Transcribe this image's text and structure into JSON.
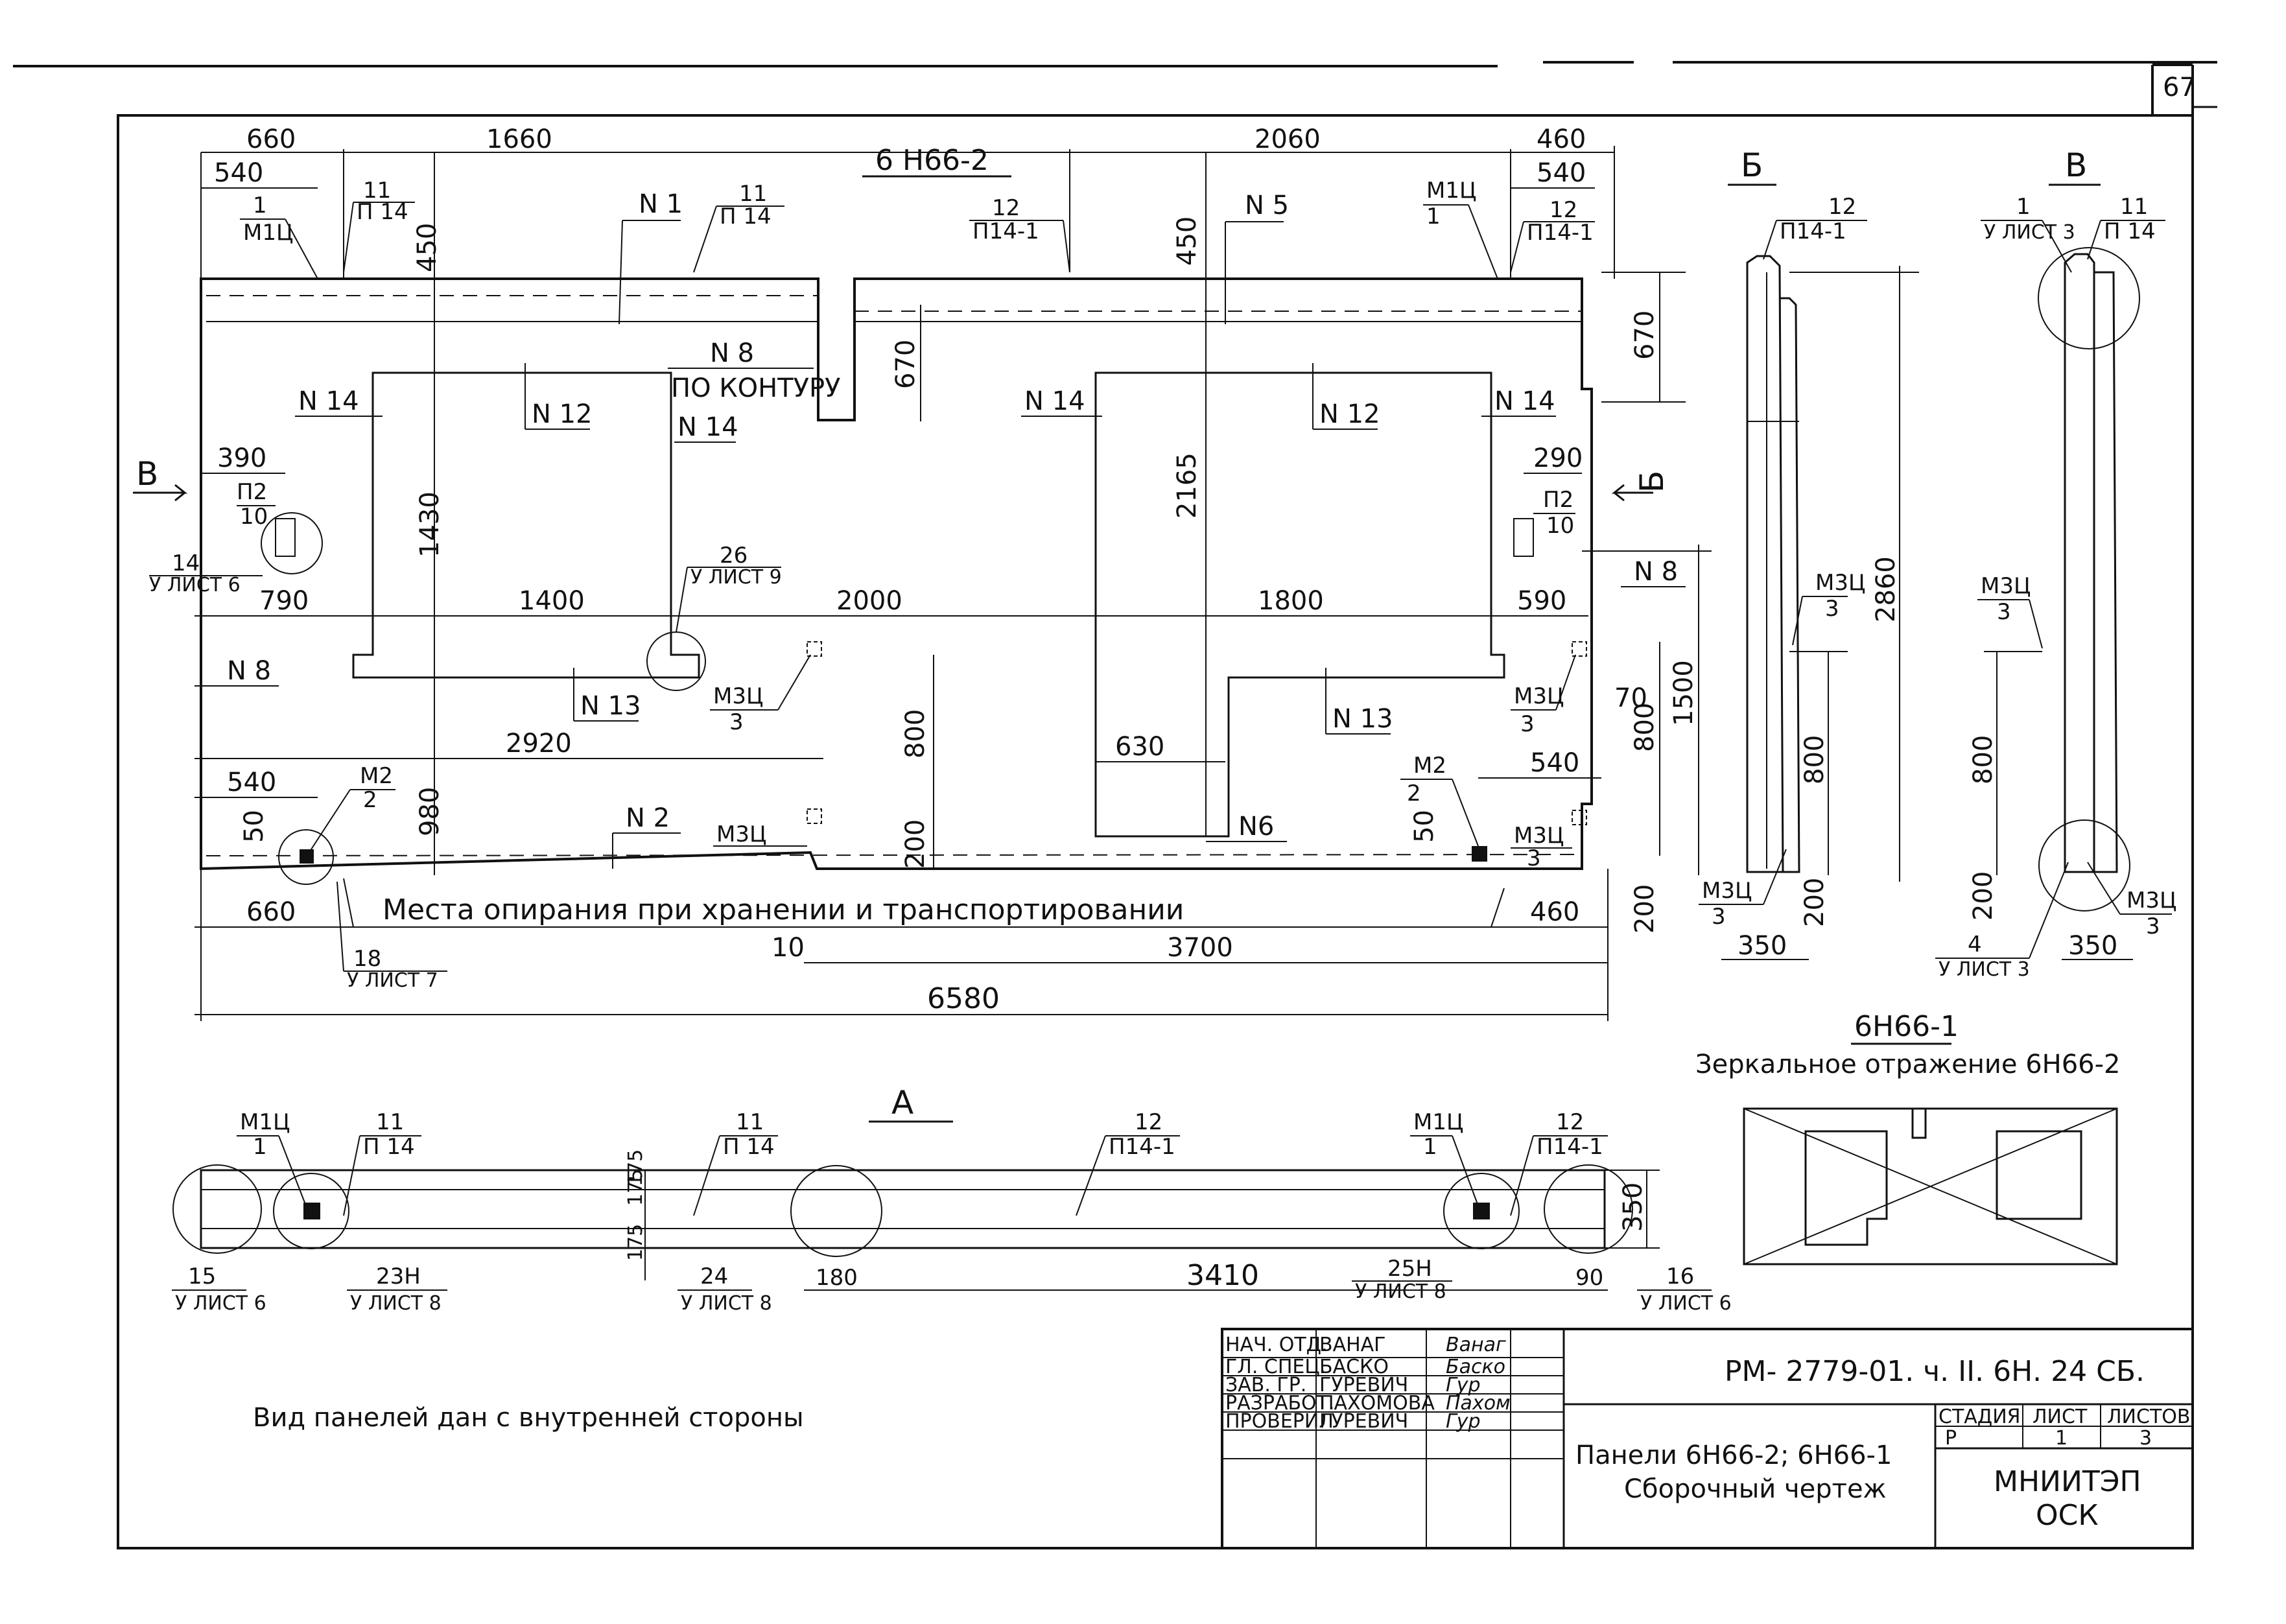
{
  "sheet_number": "67",
  "main_view": {
    "title": "6 Н66-2",
    "top_dims": [
      "660",
      "540",
      "1660",
      "2060",
      "460",
      "540"
    ],
    "vertical_dims": [
      "450",
      "450",
      "670",
      "670",
      "1430",
      "2165",
      "2860",
      "1500",
      "800",
      "800",
      "800",
      "70",
      "200",
      "200",
      "200",
      "50",
      "50",
      "980"
    ],
    "row_dims": {
      "left_790": "790",
      "d1400": "1400",
      "d2000": "2000",
      "d1800": "1800",
      "d590": "590",
      "d2920": "2920",
      "d540_left": "540",
      "d630": "630",
      "d540_right": "540",
      "d390": "390",
      "d290": "290"
    },
    "bottom_dims": {
      "left_660": "660",
      "right_460": "460",
      "d10": "10",
      "d3700": "3700",
      "total_6580": "6580"
    },
    "support_note": "Места опирания при хранении и транспортировании",
    "to_contour": "ПО КОНТУРУ",
    "labels": {
      "n1": "N 1",
      "n5": "N 5",
      "n8a": "N 8",
      "n8b": "N 8",
      "n8c": "N 8",
      "n14_1": "N 14",
      "n14_2": "N 14",
      "n14_3": "N 14",
      "n14_4": "N 14",
      "n12_1": "N 12",
      "n12_2": "N 12",
      "n13_1": "N 13",
      "n13_2": "N 13",
      "n2": "N 2",
      "n6": "N6",
      "b_arrow": "В",
      "b2_arrow": "Б",
      "m1c_1": "М1Ц",
      "m1c_1n": "1",
      "m1c_2": "М1Ц",
      "m1c_2n": "1",
      "p14_11a": "11",
      "p14_11a_s": "П 14",
      "p14_11b": "11",
      "p14_11b_s": "П 14",
      "p14_12a": "12",
      "p14_12a_s": "П14-1",
      "p14_12b": "12",
      "p14_12b_s": "П14-1",
      "p2_l": "П2",
      "p2_l_n": "10",
      "p2_r": "П2",
      "p2_r_n": "10",
      "ref14": "14",
      "ref14_s": "У ЛИСТ 6",
      "ref26": "26",
      "ref26_s": "У ЛИСТ 9",
      "ref18": "18",
      "ref18_s": "У ЛИСТ 7",
      "m3c_1": "М3Ц",
      "m3c_1n": "3",
      "m3c_2": "М3Ц",
      "m3c_3": "М3Ц",
      "m3c_3n": "3",
      "m3c_4": "М3Ц",
      "m3c_4n": "3",
      "m2_l": "М2",
      "m2_l_n": "2",
      "m2_r": "М2",
      "m2_r_n": "2"
    }
  },
  "view_b": {
    "title": "Б",
    "p14_1": "12",
    "p14_1s": "П14-1",
    "m3c": "М3Ц",
    "m3c_n": "3",
    "m3c_b": "М3Ц",
    "m3c_bn": "3",
    "d350": "350"
  },
  "view_v": {
    "title": "В",
    "sheet_ref": "1",
    "sheet_ref_s": "У ЛИСТ 3",
    "p14": "11",
    "p14_s": "П 14",
    "m3c": "М3Ц",
    "m3c_n": "3",
    "m3c_b": "М3Ц",
    "m3c_bn": "3",
    "ref4": "4",
    "ref4_s": "У ЛИСТ 3",
    "d350": "350",
    "d800": "800",
    "d200": "200"
  },
  "view_a": {
    "title": "А",
    "labels": {
      "m1c_l": "М1Ц",
      "m1c_l_n": "1",
      "m1c_r": "М1Ц",
      "m1c_r_n": "1",
      "p11a": "11",
      "p11a_s": "П 14",
      "p11b": "11",
      "p11b_s": "П 14",
      "p12a": "12",
      "p12a_s": "П14-1",
      "p12b": "12",
      "p12b_s": "П14-1",
      "r15": "15",
      "r15_s": "У ЛИСТ 6",
      "r23": "23Н",
      "r23_s": "У ЛИСТ 8",
      "r24": "24",
      "r24_s": "У ЛИСТ 8",
      "r25": "25Н",
      "r25_s": "У ЛИСТ 8",
      "r16": "16",
      "r16_s": "У ЛИСТ 6"
    },
    "dims": {
      "d175a": "175",
      "d175b": "175",
      "d175c": "175",
      "d180": "180",
      "d3410": "3410",
      "d90": "90",
      "d350": "350"
    }
  },
  "mirror": {
    "title": "6Н66-1",
    "caption": "Зеркальное отражение 6Н66-2"
  },
  "note": "Вид панелей дан с внутренней стороны",
  "title_block": {
    "code": "РМ- 2779-01. ч. II. 6Н. 24 СБ.",
    "name_line1": "Панели 6Н66-2; 6Н66-1",
    "name_line2": "Сборочный чертеж",
    "stage_h": "СТАДИЯ",
    "sheet_h": "ЛИСТ",
    "sheets_h": "ЛИСТОВ",
    "stage": "Р",
    "sheet": "1",
    "sheets": "3",
    "org1": "МНИИТЭП",
    "org2": "ОСК",
    "signatures": [
      {
        "role": "НАЧ. ОТД.",
        "name": "ВАНАГ",
        "sign": "Ванаг"
      },
      {
        "role": "ГЛ. СПЕЦ.",
        "name": "БАСКО",
        "sign": "Баско"
      },
      {
        "role": "ЗАВ. ГР.",
        "name": "ГУРЕВИЧ",
        "sign": "Гур"
      },
      {
        "role": "РАЗРАБОТ.",
        "name": "ПАХОМОВА",
        "sign": "Пахом"
      },
      {
        "role": "ПРОВЕРИЛ",
        "name": "ГУРЕВИЧ",
        "sign": "Гур"
      }
    ]
  }
}
